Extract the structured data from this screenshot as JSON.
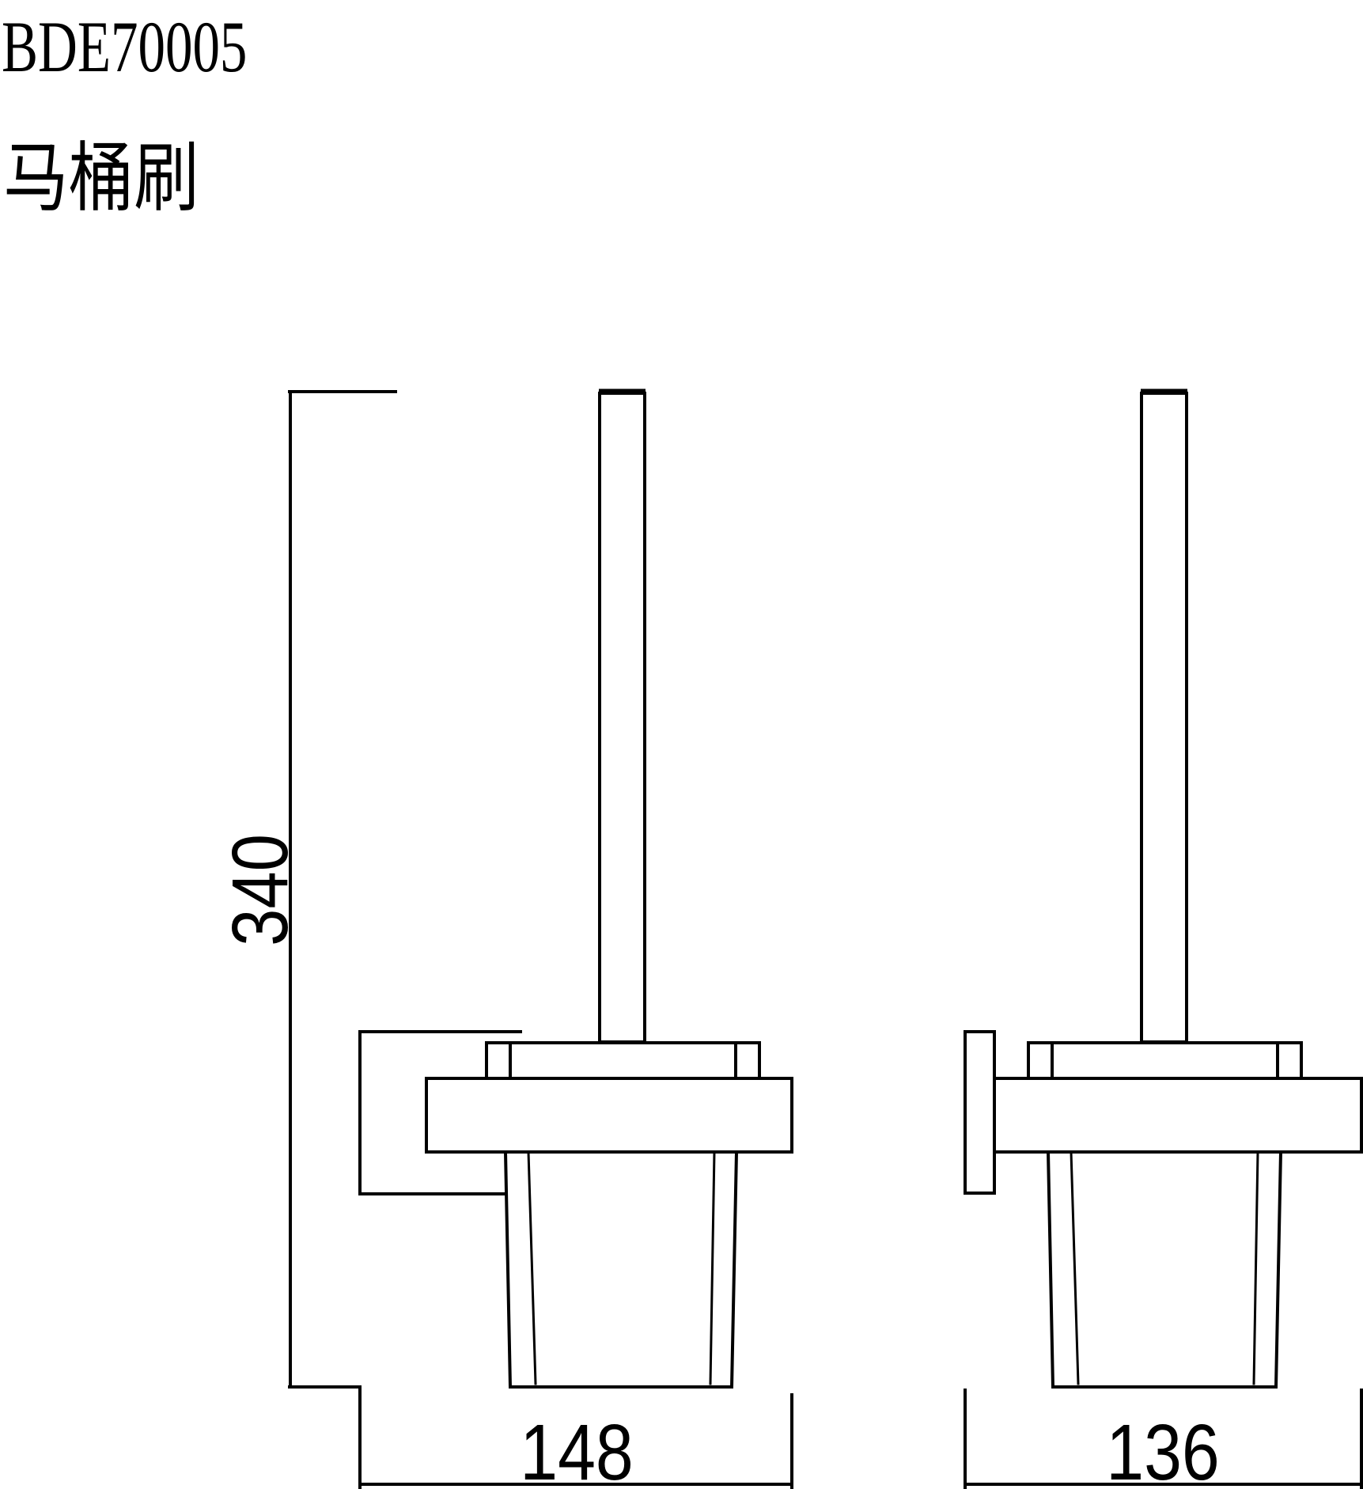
{
  "header": {
    "model_code": "BDE70005",
    "product_name": "马桶刷"
  },
  "dimensions": {
    "height": "340",
    "front_width": "148",
    "side_width": "136"
  }
}
